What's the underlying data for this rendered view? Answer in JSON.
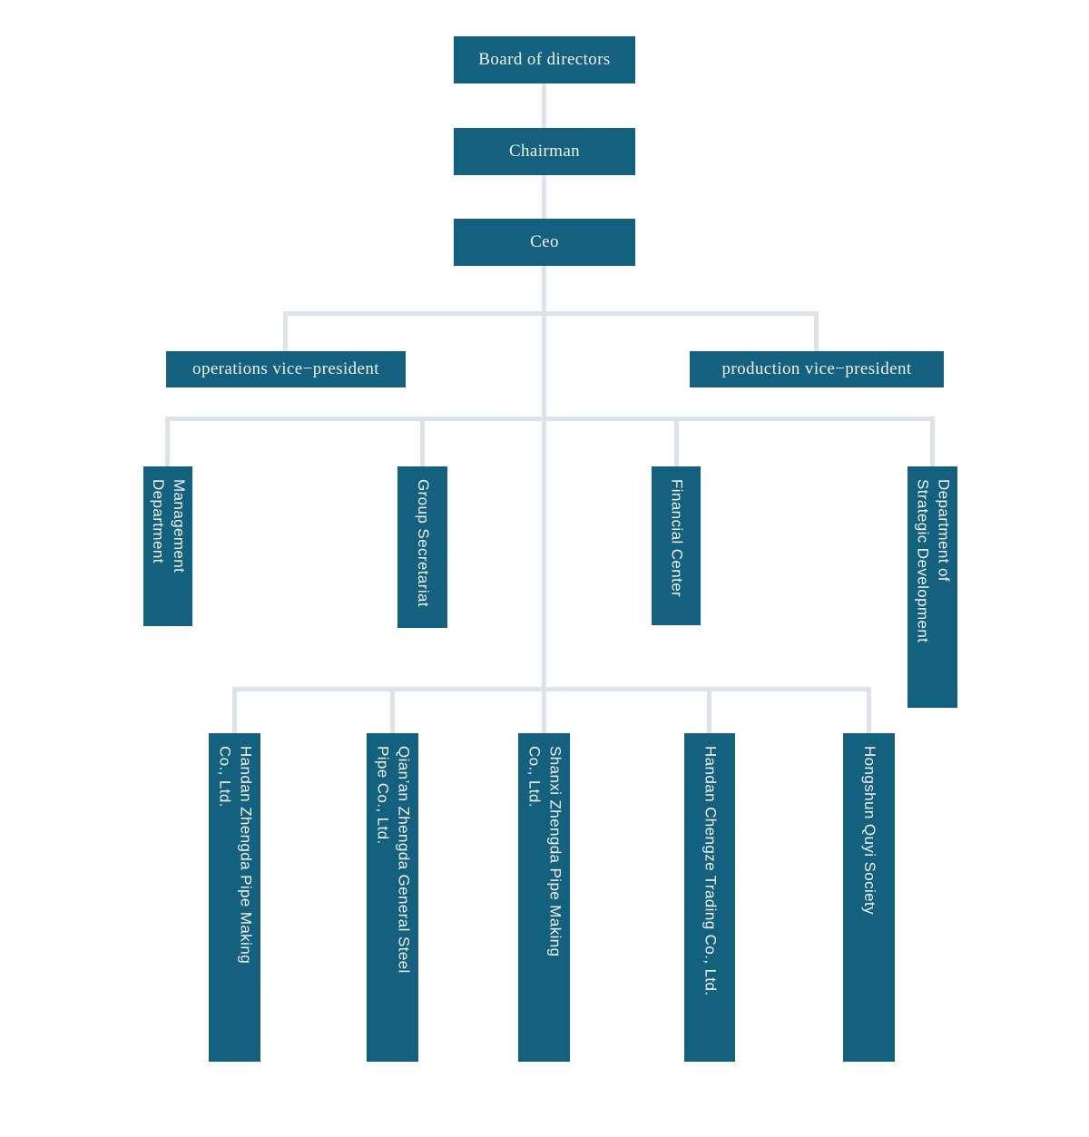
{
  "chart": {
    "board": {
      "label": "Board of directors"
    },
    "chairman": {
      "label": "Chairman"
    },
    "ceo": {
      "label": "Ceo"
    },
    "vice_presidents": [
      {
        "label": "operations vice−president"
      },
      {
        "label": "production vice−president"
      }
    ],
    "departments": [
      {
        "label": "Management\nDepartment"
      },
      {
        "label": "Group Secretariat"
      },
      {
        "label": "Financial Center"
      },
      {
        "label": "Department of\nStrategic Development"
      }
    ],
    "subsidiaries": [
      {
        "label": "Handan Zhengda Pipe Making\nCo., Ltd."
      },
      {
        "label": "Qian’an Zhengda General Steel\nPipe Co., Ltd."
      },
      {
        "label": "Shanxi Zhengda Pipe Making\nCo., Ltd."
      },
      {
        "label": "Handan Chengze Trading Co., Ltd."
      },
      {
        "label": "Hongshun Quyi Society"
      }
    ],
    "colors": {
      "node_fill": "#14607f",
      "node_text": "#f2f1ec",
      "connector": "#dde3e8",
      "background": "#ffffff"
    }
  }
}
